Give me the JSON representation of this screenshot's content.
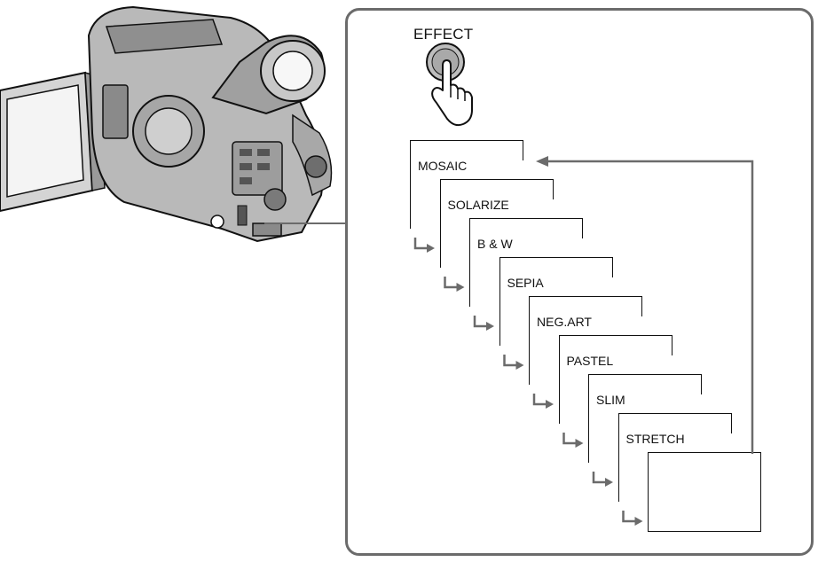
{
  "button": {
    "label": "EFFECT",
    "icon": "finger-press-button-icon"
  },
  "effects": [
    "MOSAIC",
    "SOLARIZE",
    "B & W",
    "SEPIA",
    "NEG.ART",
    "PASTEL",
    "SLIM",
    "STRETCH",
    ""
  ],
  "camcorder": {
    "icon": "video-camcorder-illustration"
  },
  "colors": {
    "line": "#6b6b6b",
    "ink": "#111111",
    "button": "#bdbdbd"
  }
}
